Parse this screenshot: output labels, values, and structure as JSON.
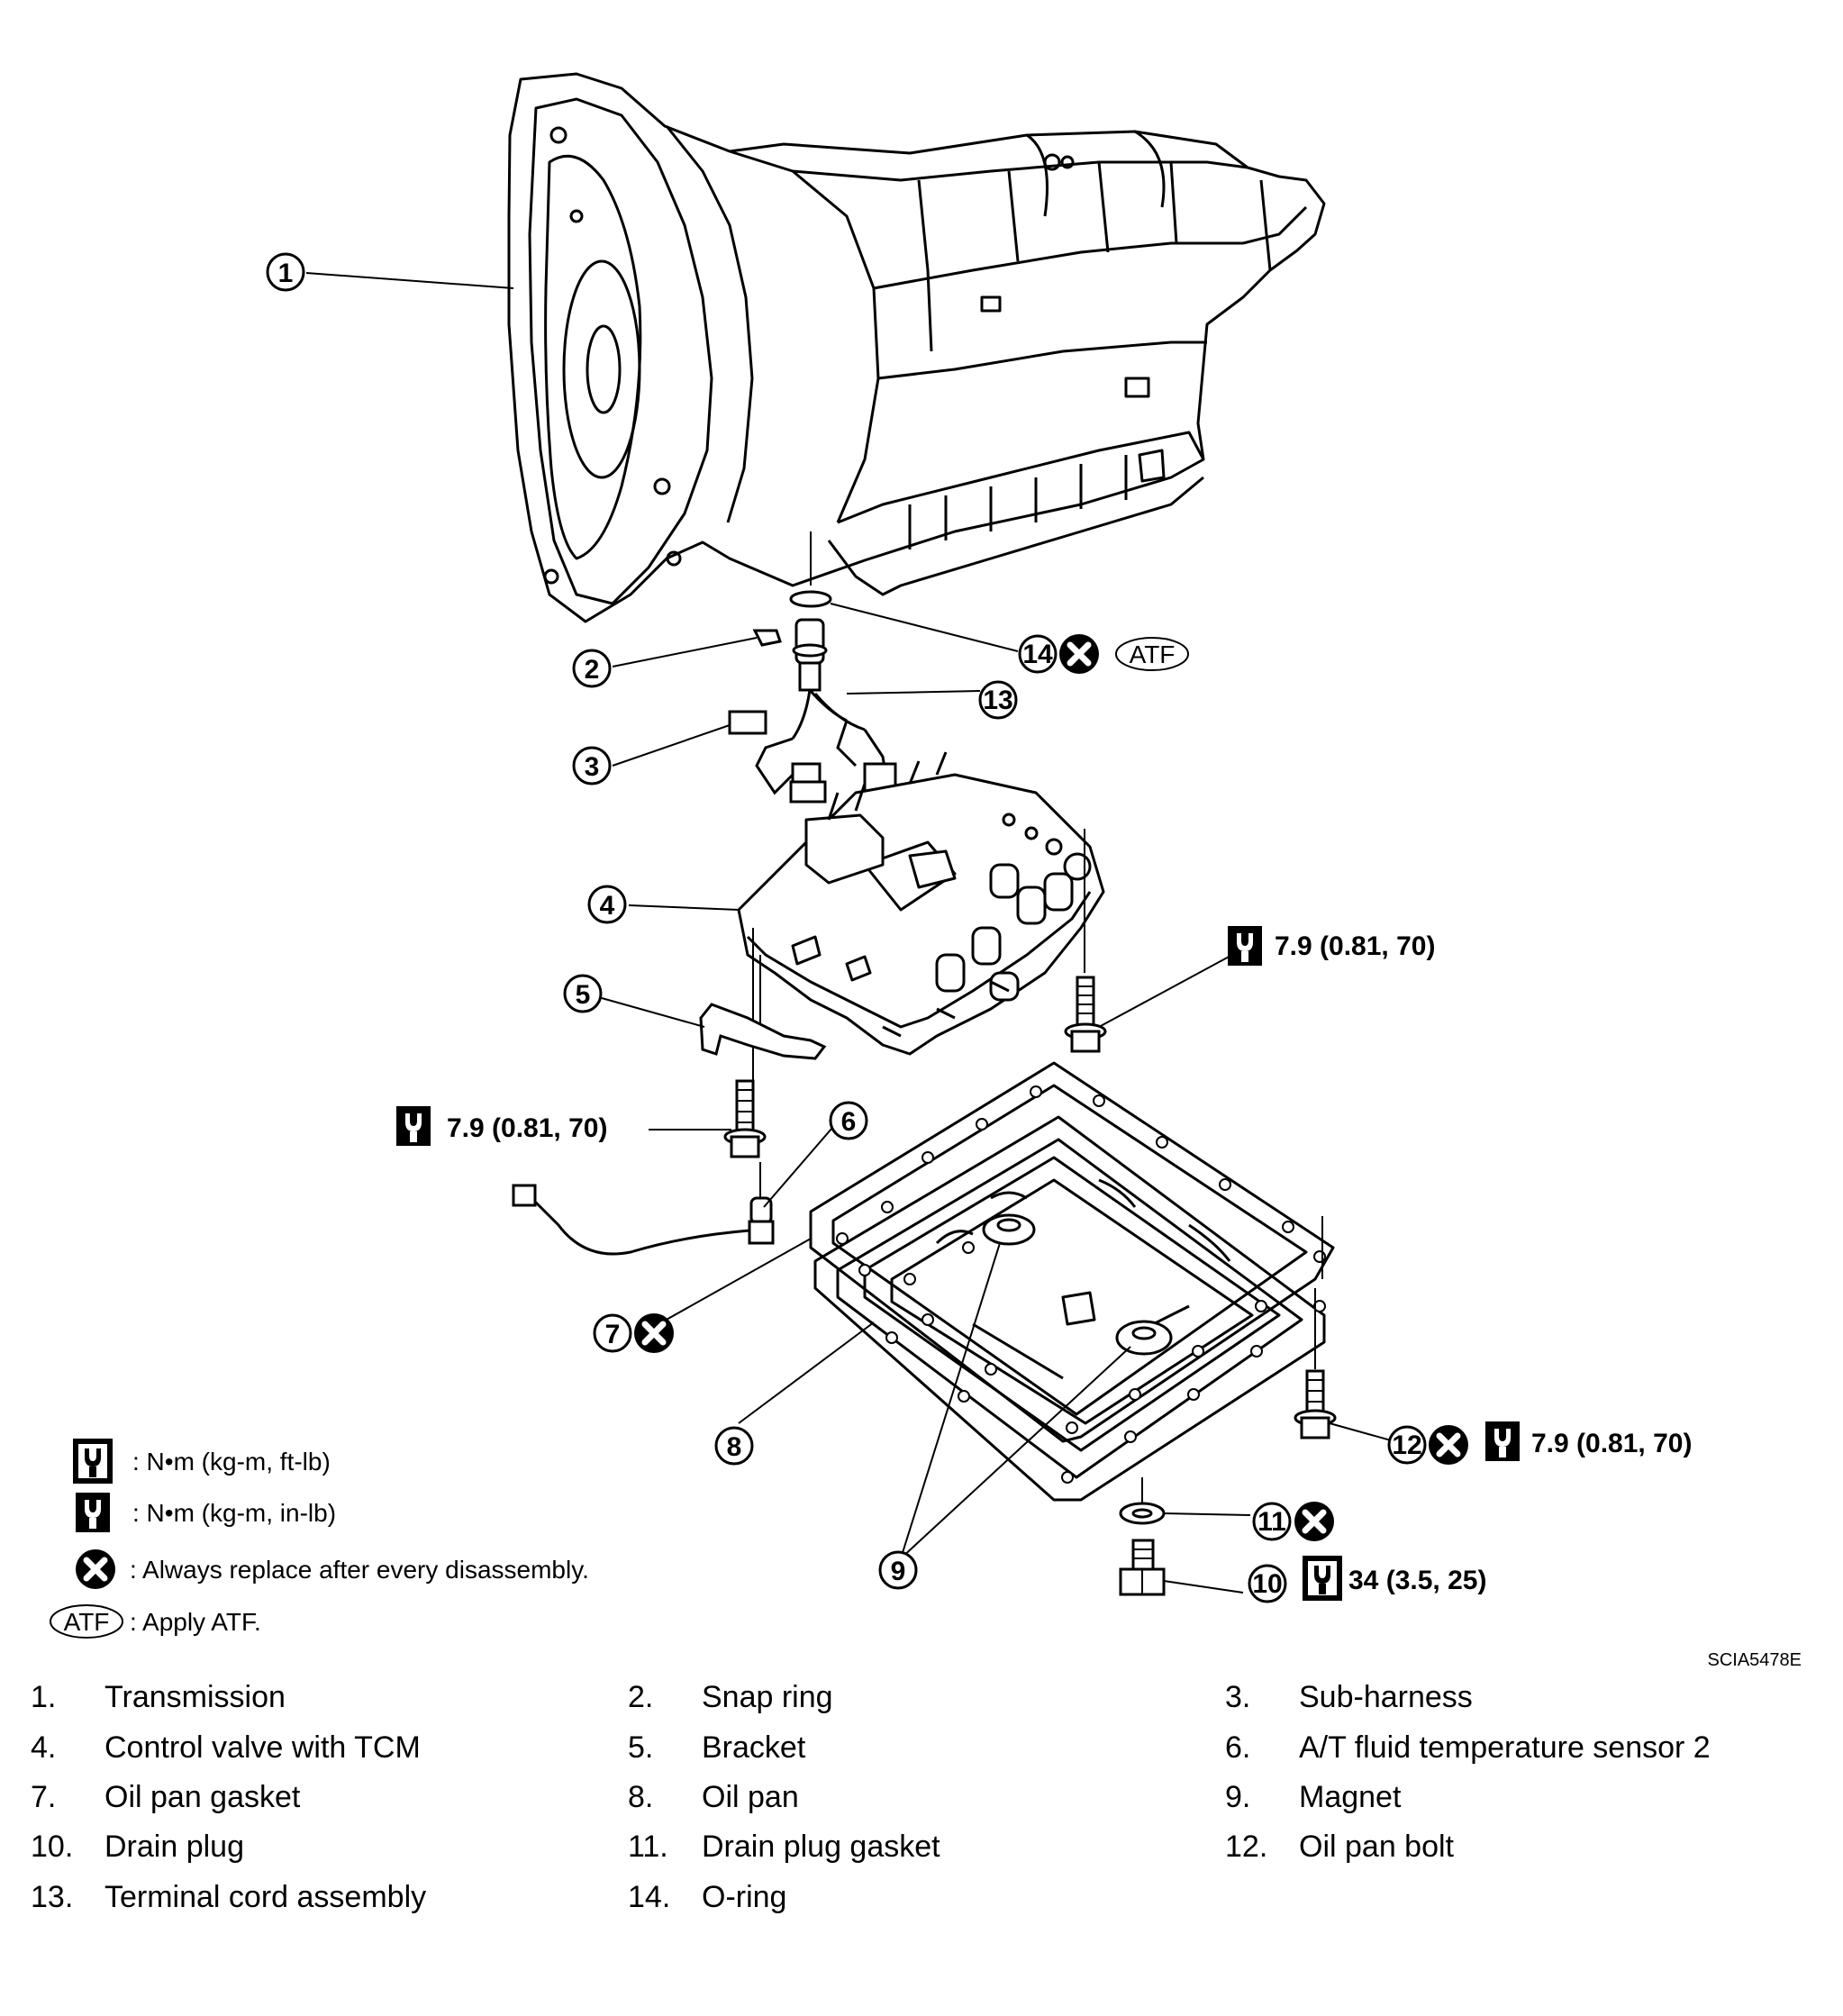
{
  "callouts": {
    "c1": "1",
    "c2": "2",
    "c3": "3",
    "c4": "4",
    "c5": "5",
    "c6": "6",
    "c7": "7",
    "c8": "8",
    "c9": "9",
    "c10": "10",
    "c11": "11",
    "c12": "12",
    "c13": "13",
    "c14": "14"
  },
  "torque": {
    "control_valve_bolt_a": "7.9  (0.81,  70)",
    "control_valve_bolt_b": "7.9  (0.81,  70)",
    "oil_pan_bolt": "7.9  (0.81,  70)",
    "drain_plug": "34  (3.5,  25)"
  },
  "atf_tag": "ATF",
  "legend": {
    "ft_lb": ":  N•m   (kg-m,   ft-lb)",
    "in_lb": ":  N•m   (kg-m,   in-lb)",
    "replace": ": Always replace after every disassembly.",
    "atf_badge": "ATF",
    "atf": ": Apply ATF."
  },
  "figure_code": "SCIA5478E",
  "parts_list": [
    {
      "num": "1.",
      "name": "Transmission"
    },
    {
      "num": "2.",
      "name": "Snap ring"
    },
    {
      "num": "3.",
      "name": "Sub-harness"
    },
    {
      "num": "4.",
      "name": "Control valve with TCM"
    },
    {
      "num": "5.",
      "name": "Bracket"
    },
    {
      "num": "6.",
      "name": "A/T fluid temperature sensor 2"
    },
    {
      "num": "7.",
      "name": "Oil pan gasket"
    },
    {
      "num": "8.",
      "name": "Oil pan"
    },
    {
      "num": "9.",
      "name": "Magnet"
    },
    {
      "num": "10.",
      "name": "Drain plug"
    },
    {
      "num": "11.",
      "name": "Drain plug gasket"
    },
    {
      "num": "12.",
      "name": "Oil pan bolt"
    },
    {
      "num": "13.",
      "name": "Terminal cord assembly"
    },
    {
      "num": "14.",
      "name": "O-ring"
    }
  ]
}
